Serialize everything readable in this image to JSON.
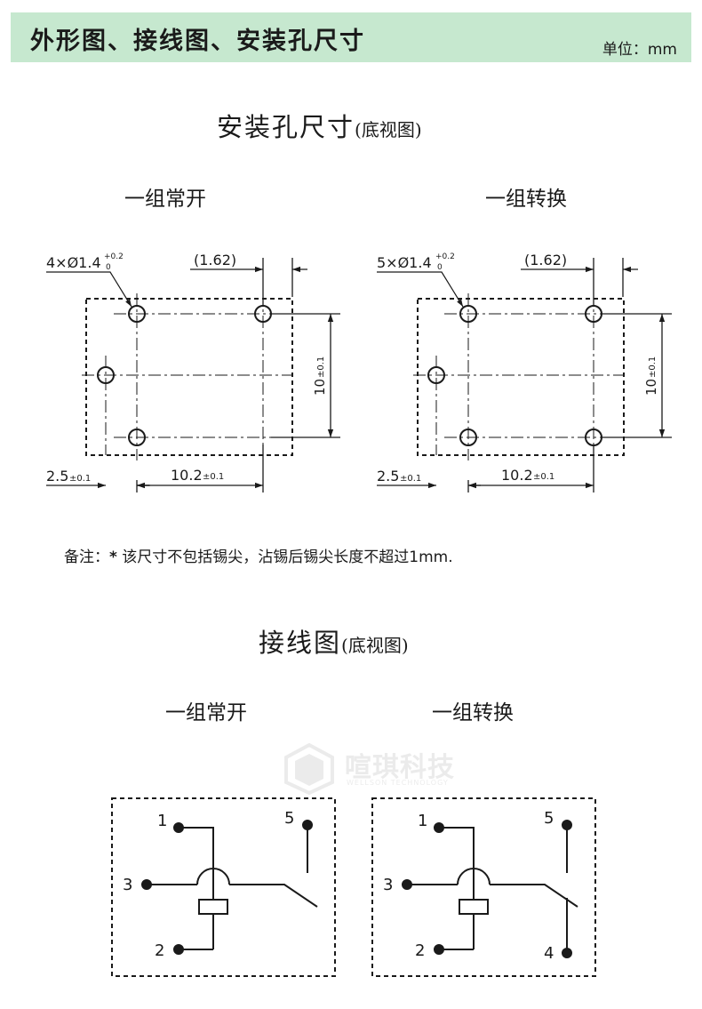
{
  "header": {
    "title": "外形图、接线图、安装孔尺寸",
    "unit": "单位：mm"
  },
  "mounting": {
    "title": "安装孔尺寸",
    "title_sub": "(底视图)",
    "left": {
      "label": "一组常开",
      "hole_callout_main": "4×Ø1.4",
      "hole_callout_tol_upper": "+0.2",
      "hole_callout_tol_lower": "0",
      "dim_top": "(1.62)",
      "dim_right": "10",
      "dim_right_tol": "±0.1",
      "dim_left": "2.5",
      "dim_left_tol": "±0.1",
      "dim_bottom": "10.2",
      "dim_bottom_tol": "±0.1"
    },
    "right": {
      "label": "一组转换",
      "hole_callout_main": "5×Ø1.4",
      "hole_callout_tol_upper": "+0.2",
      "hole_callout_tol_lower": "0",
      "dim_top": "(1.62)",
      "dim_right": "10",
      "dim_right_tol": "±0.1",
      "dim_left": "2.5",
      "dim_left_tol": "±0.1",
      "dim_bottom": "10.2",
      "dim_bottom_tol": "±0.1"
    },
    "note_prefix": "备注：",
    "note_star": "*",
    "note_text": " 该尺寸不包括锡尖，沾锡后锡尖长度不超过1mm."
  },
  "wiring": {
    "title": "接线图",
    "title_sub": "(底视图)",
    "left": {
      "label": "一组常开",
      "pins": [
        "1",
        "5",
        "3",
        "2"
      ]
    },
    "right": {
      "label": "一组转换",
      "pins": [
        "1",
        "5",
        "3",
        "2",
        "4"
      ]
    }
  },
  "watermark": {
    "text": "喧琪科技",
    "sub": "WELLSON TECHNOLOGY"
  },
  "colors": {
    "header_bg": "#c6e8cf",
    "ink": "#1a1a1a"
  }
}
